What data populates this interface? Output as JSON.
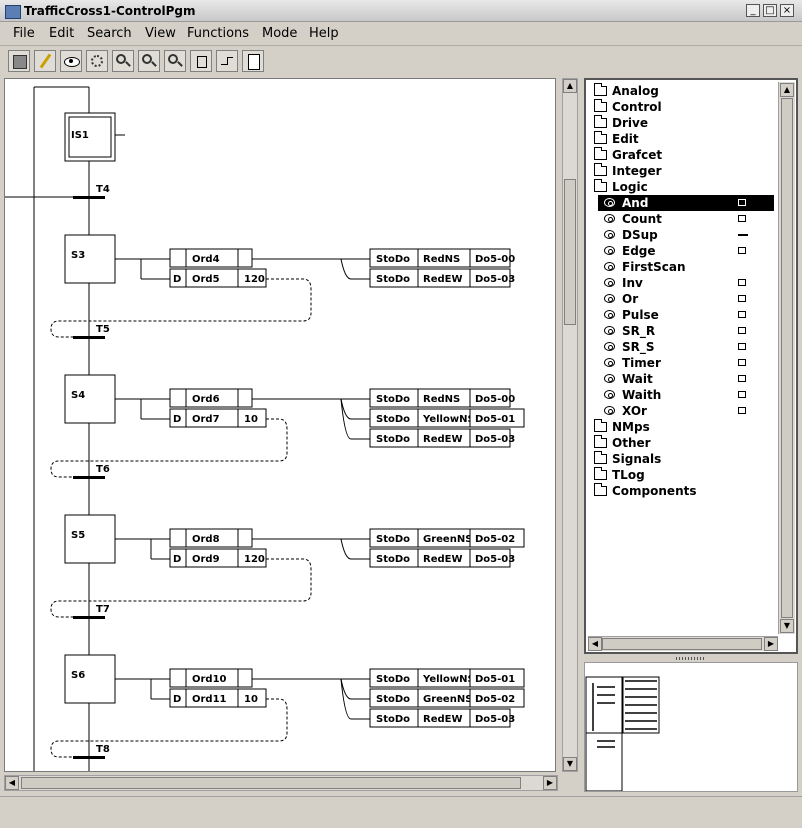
{
  "window": {
    "title": "TrafficCross1-ControlPgm"
  },
  "menu": [
    "File",
    "Edit",
    "Search",
    "View",
    "Functions",
    "Mode",
    "Help"
  ],
  "toolbar": {
    "icons": [
      "view-all-icon",
      "edit-pencil-icon",
      "eye-icon",
      "gear-icon",
      "zoom-in-icon",
      "zoom-icon",
      "zoom-out-icon",
      "step-symbol-icon",
      "transition-symbol-icon",
      "subwindow-icon"
    ]
  },
  "diagram": {
    "init_step": "IS1",
    "transitions": [
      "T4",
      "T5",
      "T6",
      "T7",
      "T8"
    ],
    "steps": [
      {
        "name": "S3",
        "orders": [
          {
            "qual": "",
            "name": "Ord4",
            "param": ""
          },
          {
            "qual": "D",
            "name": "Ord5",
            "param": "120"
          }
        ],
        "actions": [
          {
            "t": "StoDo",
            "sig": "RedNS",
            "dev": "Do5-00"
          },
          {
            "t": "StoDo",
            "sig": "RedEW",
            "dev": "Do5-03"
          }
        ]
      },
      {
        "name": "S4",
        "orders": [
          {
            "qual": "",
            "name": "Ord6",
            "param": ""
          },
          {
            "qual": "D",
            "name": "Ord7",
            "param": "10"
          }
        ],
        "actions": [
          {
            "t": "StoDo",
            "sig": "RedNS",
            "dev": "Do5-00"
          },
          {
            "t": "StoDo",
            "sig": "YellowNS",
            "dev": "Do5-01"
          },
          {
            "t": "StoDo",
            "sig": "RedEW",
            "dev": "Do5-03"
          }
        ]
      },
      {
        "name": "S5",
        "orders": [
          {
            "qual": "",
            "name": "Ord8",
            "param": ""
          },
          {
            "qual": "D",
            "name": "Ord9",
            "param": "120"
          }
        ],
        "actions": [
          {
            "t": "StoDo",
            "sig": "GreenNS",
            "dev": "Do5-02"
          },
          {
            "t": "StoDo",
            "sig": "RedEW",
            "dev": "Do5-03"
          }
        ]
      },
      {
        "name": "S6",
        "orders": [
          {
            "qual": "",
            "name": "Ord10",
            "param": ""
          },
          {
            "qual": "D",
            "name": "Ord11",
            "param": "10"
          }
        ],
        "actions": [
          {
            "t": "StoDo",
            "sig": "YellowNS",
            "dev": "Do5-01"
          },
          {
            "t": "StoDo",
            "sig": "GreenNS",
            "dev": "Do5-02"
          },
          {
            "t": "StoDo",
            "sig": "RedEW",
            "dev": "Do5-03"
          }
        ]
      }
    ]
  },
  "palette": {
    "folders_top": [
      "Analog",
      "Control",
      "Drive",
      "Edit",
      "Grafcet",
      "Integer"
    ],
    "open_folder": "Logic",
    "logic_items": [
      {
        "label": "And",
        "selected": true
      },
      {
        "label": "Count"
      },
      {
        "label": "DSup"
      },
      {
        "label": "Edge"
      },
      {
        "label": "FirstScan"
      },
      {
        "label": "Inv"
      },
      {
        "label": "Or"
      },
      {
        "label": "Pulse"
      },
      {
        "label": "SR_R"
      },
      {
        "label": "SR_S"
      },
      {
        "label": "Timer"
      },
      {
        "label": "Wait"
      },
      {
        "label": "Waith"
      },
      {
        "label": "XOr"
      }
    ],
    "folders_bottom": [
      "NMps",
      "Other",
      "Signals",
      "TLog",
      "Components"
    ]
  }
}
